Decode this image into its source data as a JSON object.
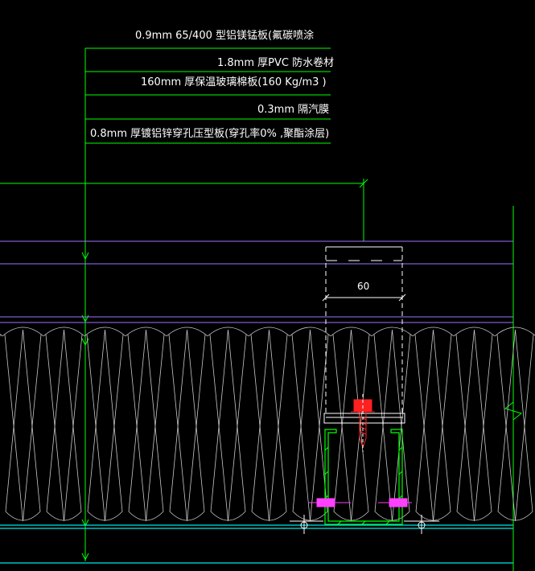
{
  "labels": {
    "panel": "0.9mm      65/400     型铝镁锰板(氟碳喷涂",
    "membrane": "1.8mm      厚PVC 防水卷材",
    "insulation": "160mm    厚保温玻璃棉板(160 Kg/m3         )",
    "vapor": "0.3mm    隔汽膜",
    "deck": "0.8mm    厚镀铝锌穿孔压型板(穿孔率0% ,聚酯涂层)"
  },
  "dimension": {
    "width_label": "60"
  },
  "colors": {
    "background": "#000000",
    "leader": "#00ff00",
    "panel": "#a070ff",
    "insulation": "#c8c8c8",
    "dimension": "#ffffff",
    "deck": "#00e5e5",
    "bolt": "#ff2020",
    "clip": "#ff40ff"
  }
}
